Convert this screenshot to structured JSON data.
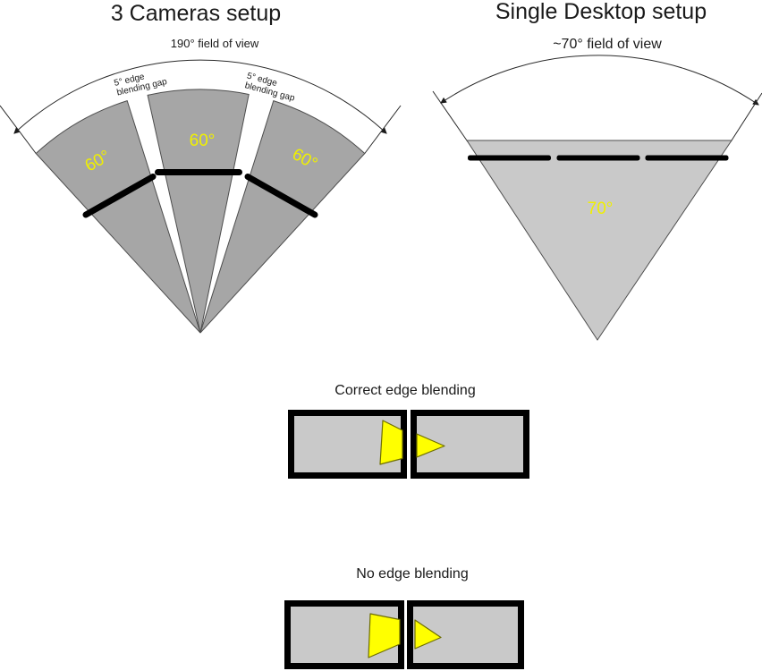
{
  "colors": {
    "background": "#ffffff",
    "camera_wedge_gray": "#a6a6a6",
    "desktop_cone_gray": "#c9c9c9",
    "monitor_screen_gray": "#c9c9c9",
    "bezel_black": "#000000",
    "highlight_yellow": "#ffff00",
    "angle_label_yellow": "#f0f000",
    "text_black": "#1a1a1a"
  },
  "three_cameras": {
    "title": "3 Cameras setup",
    "fov_label": "190° field of view",
    "wedge_labels": [
      "60°",
      "60°",
      "60°"
    ],
    "gap_label": {
      "line1": "5° edge",
      "line2": "blending gap"
    }
  },
  "single_desktop": {
    "title": "Single Desktop setup",
    "fov_label": "~70° field of view",
    "angle_label": "70°"
  },
  "edge_blending": {
    "correct_title": "Correct edge blending",
    "none_title": "No edge blending"
  }
}
